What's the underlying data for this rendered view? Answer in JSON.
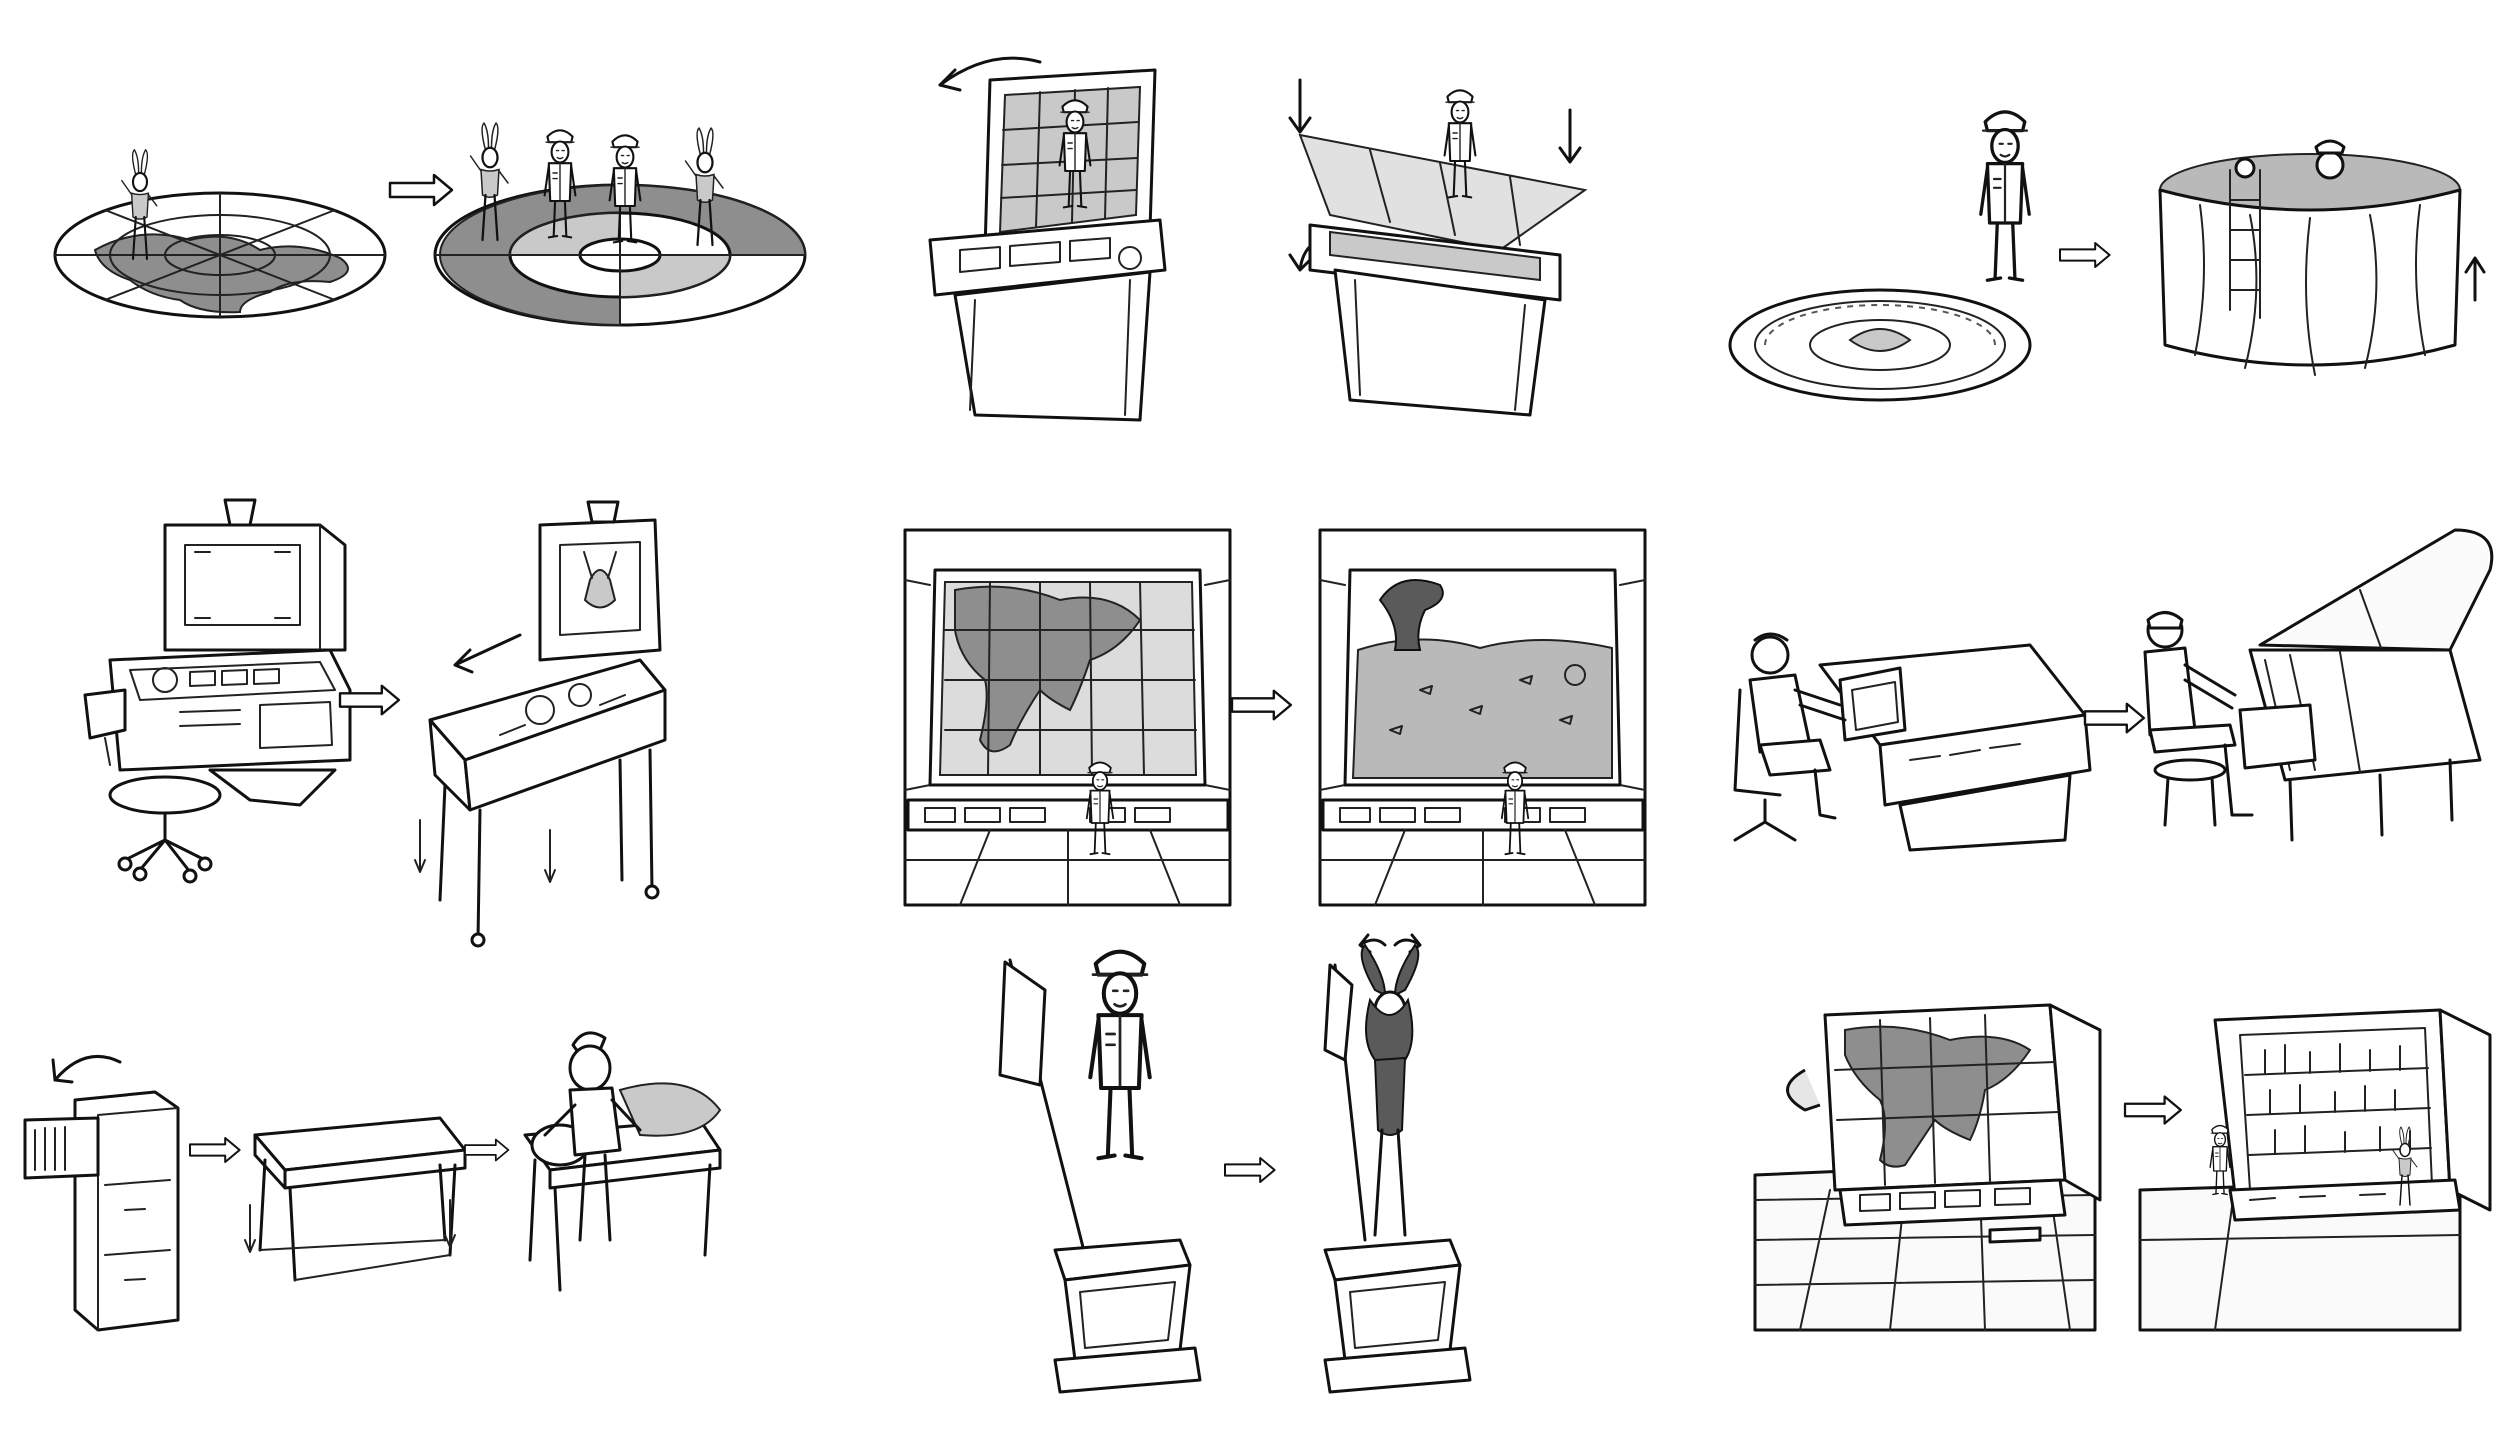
{
  "sheet": {
    "ink_color": "#111111",
    "fill_grey": "#8e8e8e",
    "background": "#ffffff"
  },
  "panels": [
    {
      "id": "world-map-floor",
      "before": "world-map-floor",
      "after": "dancing-bunnies-floor"
    },
    {
      "id": "war-room-console",
      "before": "map-display-console",
      "after": "tilted-glass-console"
    },
    {
      "id": "presidential-seal",
      "before": "presidential-seal-floor",
      "after": "wooden-hot-tub"
    },
    {
      "id": "control-desk",
      "before": "control-desk-with-chair",
      "after": "bunny-pinball-machine"
    },
    {
      "id": "big-board",
      "before": "big-board-map",
      "after": "big-board-aquarium"
    },
    {
      "id": "radar-operator",
      "before": "radar-console-operator",
      "after": "grand-piano-player"
    },
    {
      "id": "filing-cabinet",
      "before": "filing-cabinet",
      "after": "massage-table-with-nurse"
    },
    {
      "id": "general-statue",
      "before": "general-statue-with-flag",
      "after": "bunny-girl-statue"
    },
    {
      "id": "map-wall-bar",
      "before": "map-wall-panel",
      "after": "liquor-bar-shelves"
    }
  ]
}
